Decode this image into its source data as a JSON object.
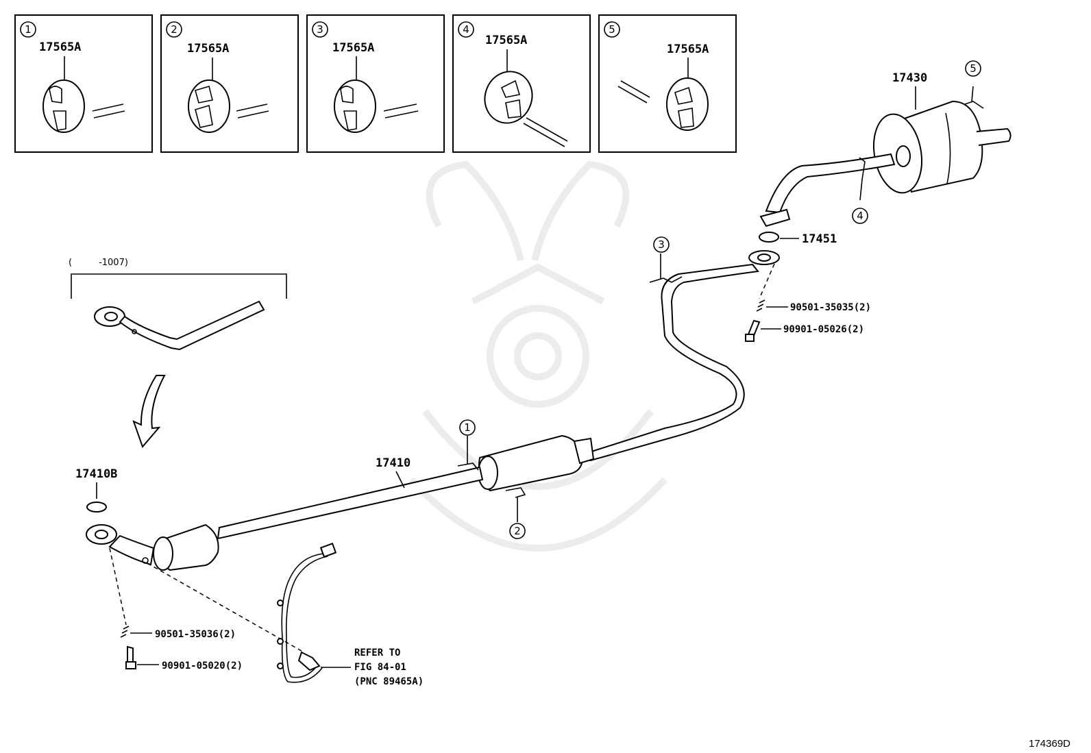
{
  "insets": [
    {
      "index": "1",
      "part": "17565A"
    },
    {
      "index": "2",
      "part": "17565A"
    },
    {
      "index": "3",
      "part": "17565A"
    },
    {
      "index": "4",
      "part": "17565A"
    },
    {
      "index": "5",
      "part": "17565A"
    }
  ],
  "parts": {
    "muffler": "17430",
    "tail_gasket": "17451",
    "spring_upper": "90501-35035(2)",
    "bolt_upper": "90901-05026(2)",
    "variant_note": "(　　　-1007)",
    "front_gasket": "17410B",
    "exhaust_pipe": "17410",
    "spring_lower": "90501-35036(2)",
    "bolt_lower": "90901-05020(2)"
  },
  "callouts": {
    "c1": "1",
    "c2": "2",
    "c3": "3",
    "c4": "4",
    "c5": "5"
  },
  "refer": {
    "line1": "REFER TO",
    "line2": "FIG 84-01",
    "line3": "(PNC 89465A)"
  },
  "figure_code": "174369D"
}
